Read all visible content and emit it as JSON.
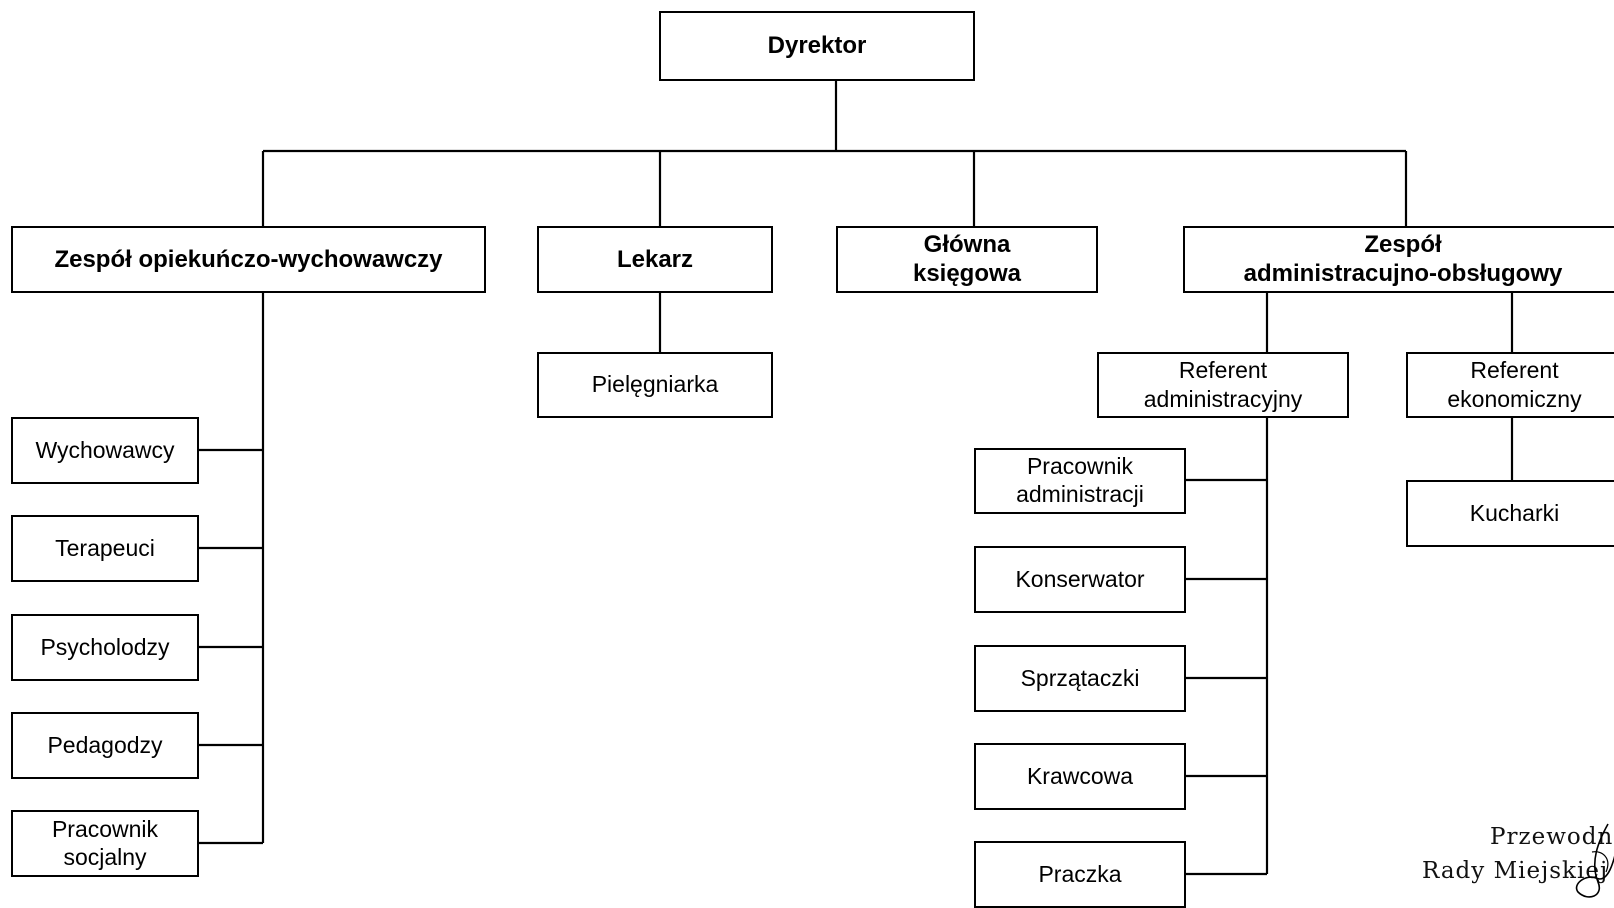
{
  "chart": {
    "root": "Dyrektor",
    "groups": [
      "Zespół opiekuńczo-wychowawczy",
      "Lekarz",
      "Główna\nksięgowa",
      "Zespół\nadministracujno-obsługowy"
    ],
    "care_team": [
      "Wychowawcy",
      "Terapeuci",
      "Psycholodzy",
      "Pedagodzy",
      "Pracownik\nsocjalny"
    ],
    "doctor_team": [
      "Pielęgniarka"
    ],
    "admin_referents": [
      "Referent\nadministracyjny",
      "Referent\nekonomiczny"
    ],
    "admin_staff": [
      "Pracownik\nadministracji",
      "Konserwator",
      "Sprzątaczki",
      "Krawcowa",
      "Praczka"
    ],
    "econ_staff": [
      "Kucharki"
    ]
  },
  "signature": {
    "line1": "Przewodn",
    "line2": "Rady Miejskiej"
  }
}
